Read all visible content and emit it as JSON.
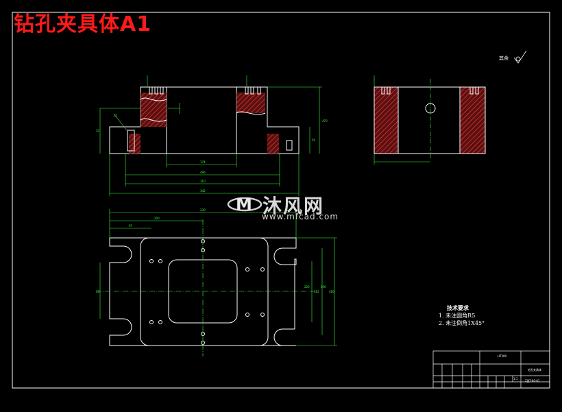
{
  "title": "钻孔夹具体A1",
  "watermark": {
    "name": "沐风网",
    "url": "www.mfcad.com"
  },
  "technical_requirements": {
    "heading": "技术要求",
    "items": [
      "1. 未注圆角R5",
      "2. 未注倒角1X45°"
    ]
  },
  "roughness_label": "其余",
  "title_block": {
    "part_name": "钻孔夹具体",
    "material": "HT200",
    "drawing_no": "ZJJJT-00-01",
    "scale": "1:1"
  },
  "dimensions": {
    "front": [
      "174",
      "496",
      "310",
      "342",
      "470",
      "50",
      "22",
      "32"
    ],
    "plan": [
      "230",
      "200",
      "97",
      "35",
      "460",
      "162",
      "290",
      "226"
    ]
  },
  "colors": {
    "background": "#000000",
    "lines": "#ffffff",
    "dims": "#3cff3c",
    "hatch": "#ff4040",
    "title": "#ff1a1a"
  }
}
